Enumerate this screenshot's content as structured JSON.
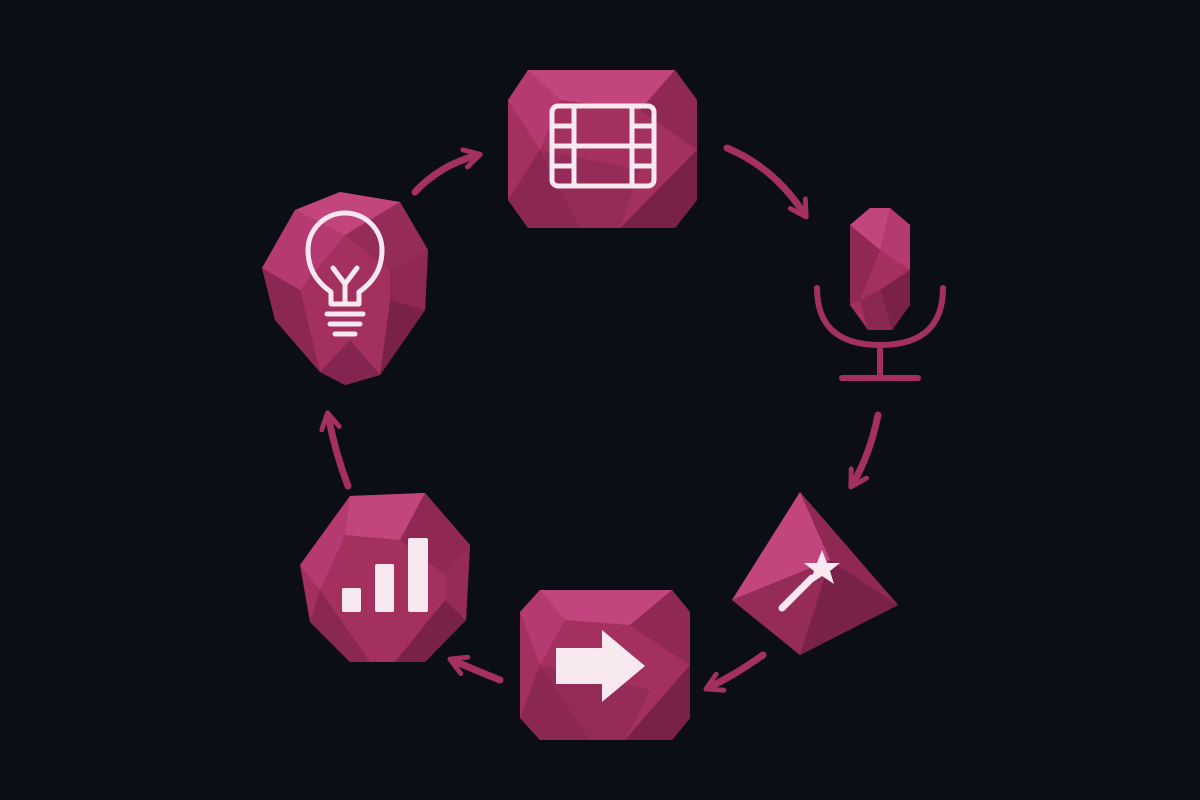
{
  "diagram": {
    "type": "cycle",
    "direction": "clockwise",
    "background_color": "#0b0f15",
    "accent_color": "#a3305f",
    "accent_light": "#c2467d",
    "accent_dark": "#7a2149",
    "icon_color": "#f7e9ef",
    "nodes": [
      {
        "id": "video",
        "icon": "film-strip-icon",
        "gem_shape": "octagon-gem"
      },
      {
        "id": "audio",
        "icon": "microphone-icon",
        "gem_shape": "capsule-gem"
      },
      {
        "id": "effects",
        "icon": "magic-wand-icon",
        "gem_shape": "pyramid-gem"
      },
      {
        "id": "publish",
        "icon": "arrow-right-icon",
        "gem_shape": "octagon-gem"
      },
      {
        "id": "analytics",
        "icon": "bar-chart-icon",
        "gem_shape": "polygon-gem"
      },
      {
        "id": "ideas",
        "icon": "lightbulb-icon",
        "gem_shape": "polygon-gem"
      }
    ],
    "edges": [
      {
        "from": "ideas",
        "to": "video"
      },
      {
        "from": "video",
        "to": "audio"
      },
      {
        "from": "audio",
        "to": "effects"
      },
      {
        "from": "effects",
        "to": "publish"
      },
      {
        "from": "publish",
        "to": "analytics"
      },
      {
        "from": "analytics",
        "to": "ideas"
      }
    ]
  }
}
